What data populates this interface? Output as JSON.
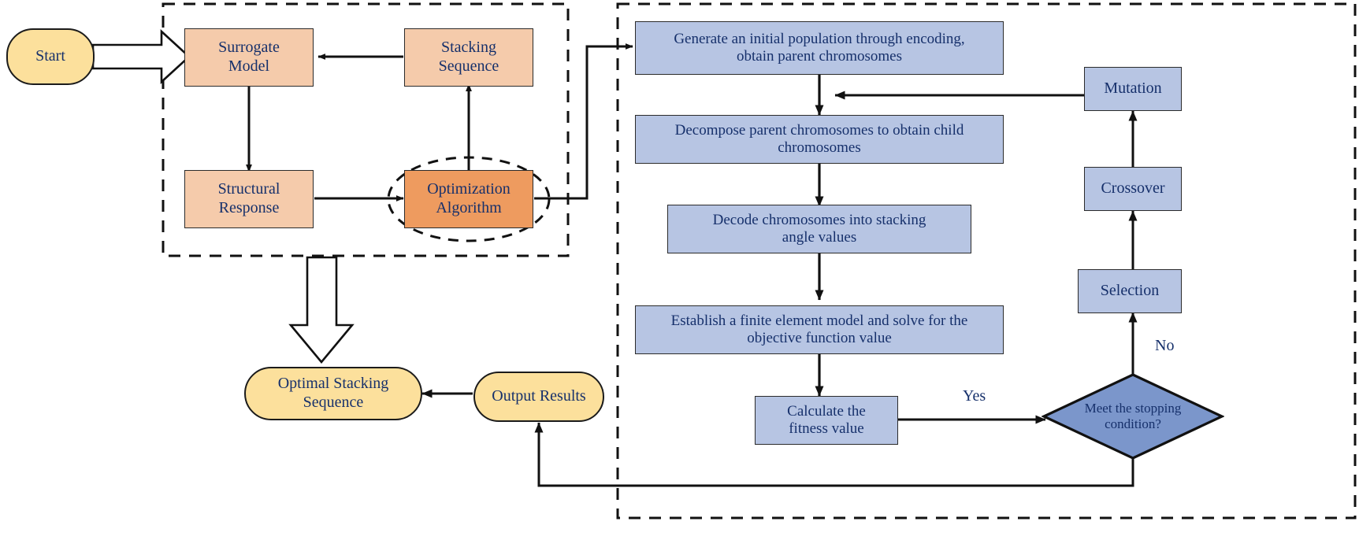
{
  "diagram": {
    "title": "Surrogate-model based genetic algorithm optimization flowchart",
    "colors": {
      "peach": "#f5cbab",
      "peach_dark": "#ee9b5f",
      "blue": "#b7c5e3",
      "diamond_blue": "#7b96cb",
      "yellow": "#fce09c",
      "stroke": "#1b1b1b",
      "text": "#16306b"
    }
  },
  "left_panel": {
    "start": "Start",
    "surrogate_model": "Surrogate\nModel",
    "surrogate_model_line1": "Surrogate",
    "surrogate_model_line2": "Model",
    "stacking_sequence_line1": "Stacking",
    "stacking_sequence_line2": "Sequence",
    "structural_response_line1": "Structural",
    "structural_response_line2": "Response",
    "optimization_algorithm_line1": "Optimization",
    "optimization_algorithm_line2": "Algorithm"
  },
  "outputs": {
    "optimal_stacking_line1": "Optimal Stacking",
    "optimal_stacking_line2": "Sequence",
    "output_results": "Output Results"
  },
  "right_panel": {
    "steps": [
      {
        "line1": "Generate an initial population through encoding,",
        "line2": "obtain parent chromosomes"
      },
      {
        "line1": "Decompose parent chromosomes to obtain child",
        "line2": "chromosomes"
      },
      {
        "line1": "Decode chromosomes into stacking",
        "line2": "angle values"
      },
      {
        "line1": "Establish a finite element model and solve for the",
        "line2": "objective function value"
      },
      {
        "line1": "Calculate the",
        "line2": "fitness value"
      }
    ],
    "operators": {
      "mutation": "Mutation",
      "crossover": "Crossover",
      "selection": "Selection"
    },
    "decision": {
      "line1": "Meet the stopping",
      "line2": "condition?",
      "yes_label": "Yes",
      "no_label": "No"
    }
  }
}
